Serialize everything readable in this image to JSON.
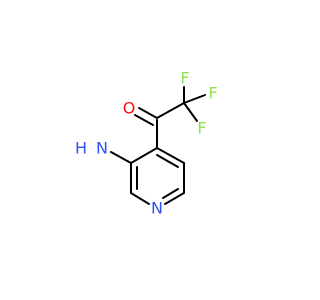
{
  "molecule": {
    "atoms": {
      "o": "O",
      "f1": "F",
      "f2": "F",
      "f3": "F",
      "nh2": "H",
      "n_amine": "N",
      "n_ring": "N"
    },
    "colors": {
      "oxygen": "#ff0d0d",
      "fluorine": "#90e050",
      "nitrogen": "#3050f8",
      "bond": "#000000"
    }
  }
}
